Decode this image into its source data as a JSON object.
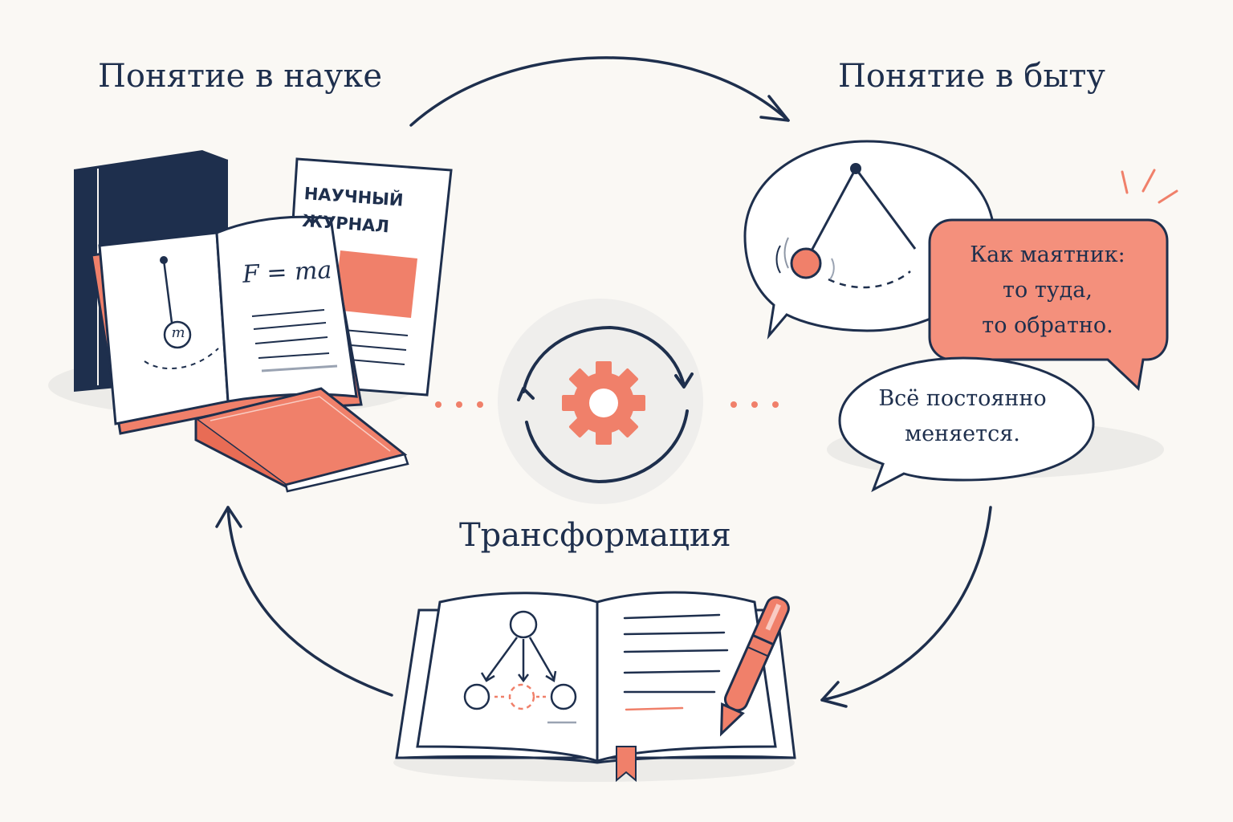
{
  "titles": {
    "science": "Понятие в науке",
    "everyday": "Понятие в быту",
    "transformation": "Трансформация"
  },
  "science_items": {
    "journal_title": "НАУЧНЫЙ ЖУРНАЛ",
    "formula": "F = ma",
    "mass_label": "m"
  },
  "speech_bubbles": {
    "orange": [
      "Как маятник:",
      "то туда,",
      "то обратно."
    ],
    "white": [
      "Всё постоянно",
      "меняется."
    ]
  },
  "colors": {
    "navy": "#1e2f4d",
    "accent": "#f0806a",
    "background": "#faf8f4"
  },
  "icons": [
    "gear-icon",
    "cycle-arrows-icon",
    "pendulum-icon",
    "pen-icon",
    "book-icon",
    "diagram-icon"
  ]
}
